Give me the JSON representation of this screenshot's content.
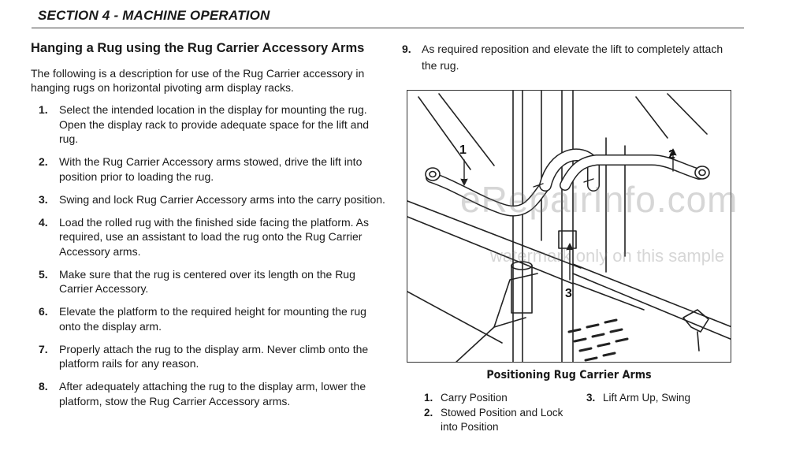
{
  "header": {
    "section_title": "SECTION 4 - MACHINE OPERATION"
  },
  "left": {
    "heading": "Hanging a Rug using the Rug Carrier Accessory Arms",
    "intro": "The following is a description for use of the Rug Carrier accessory in hanging rugs on horizontal pivoting arm display racks.",
    "steps": [
      {
        "num": "1.",
        "text": "Select the intended location in the display for mounting the rug. Open the display rack to provide adequate space for the lift and rug."
      },
      {
        "num": "2.",
        "text": "With the Rug Carrier Accessory arms stowed, drive the lift into position prior to loading the rug."
      },
      {
        "num": "3.",
        "text": "Swing and lock Rug Carrier Accessory arms into the carry position."
      },
      {
        "num": "4.",
        "text": "Load the rolled rug with the finished side facing the platform. As required, use an assistant to load the rug onto the Rug Carrier Accessory arms."
      },
      {
        "num": "5.",
        "text": "Make sure that the rug is centered over its length on the Rug Carrier Accessory."
      },
      {
        "num": "6.",
        "text": "Elevate the platform to the required height for mounting the rug onto the display arm."
      },
      {
        "num": "7.",
        "text": "Properly attach the rug to the display arm. Never climb onto the platform rails for any reason."
      },
      {
        "num": "8.",
        "text": "After adequately attaching the rug to the display arm, lower the platform, stow the Rug Carrier Accessory arms."
      }
    ]
  },
  "right": {
    "step9": {
      "num": "9.",
      "text": "As required reposition and elevate the lift to completely attach the rug."
    }
  },
  "figure": {
    "callouts": [
      "1",
      "2",
      "3"
    ],
    "watermark": "eRepairInfo.com",
    "watermark_sub": "watermark only on this sample",
    "caption": "Positioning Rug Carrier Arms",
    "legend": [
      {
        "num": "1.",
        "text": "Carry Position"
      },
      {
        "num": "2.",
        "text": "Stowed Position and Lock into Position"
      },
      {
        "num": "3.",
        "text": "Lift Arm Up, Swing"
      }
    ]
  }
}
